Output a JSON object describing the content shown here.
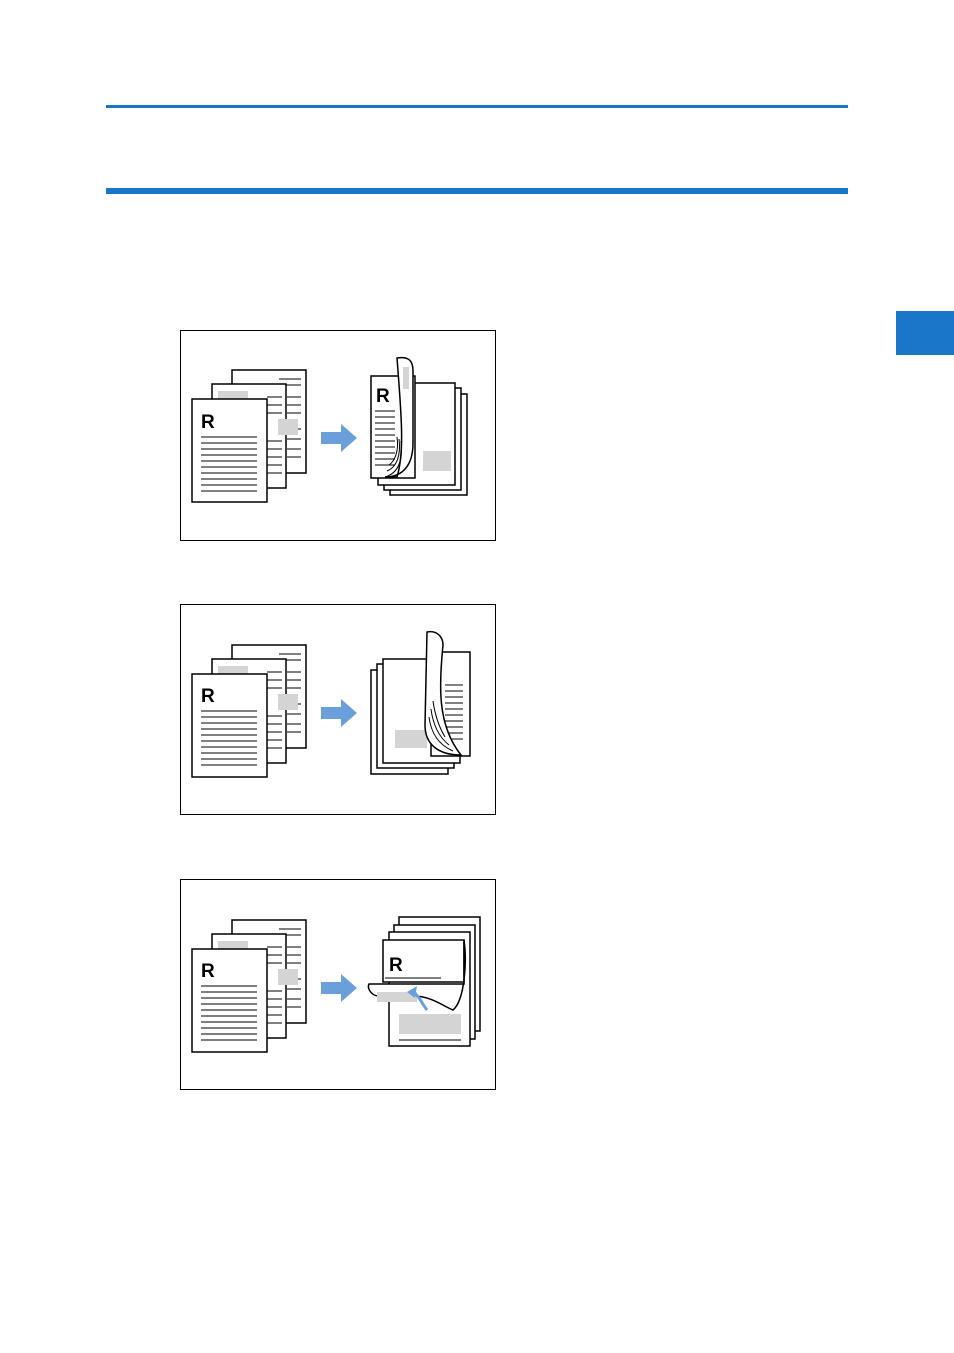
{
  "colors": {
    "accent": "#1a76c8",
    "arrow": "#6a9fdc",
    "shade": "#d4d4d4"
  },
  "figures": [
    {
      "name": "staple-left-binding",
      "source_letter": "R",
      "result_letter": "R"
    },
    {
      "name": "staple-right-binding",
      "source_letter": "R"
    },
    {
      "name": "staple-top-binding",
      "source_letter": "R",
      "result_letter": "R"
    }
  ]
}
